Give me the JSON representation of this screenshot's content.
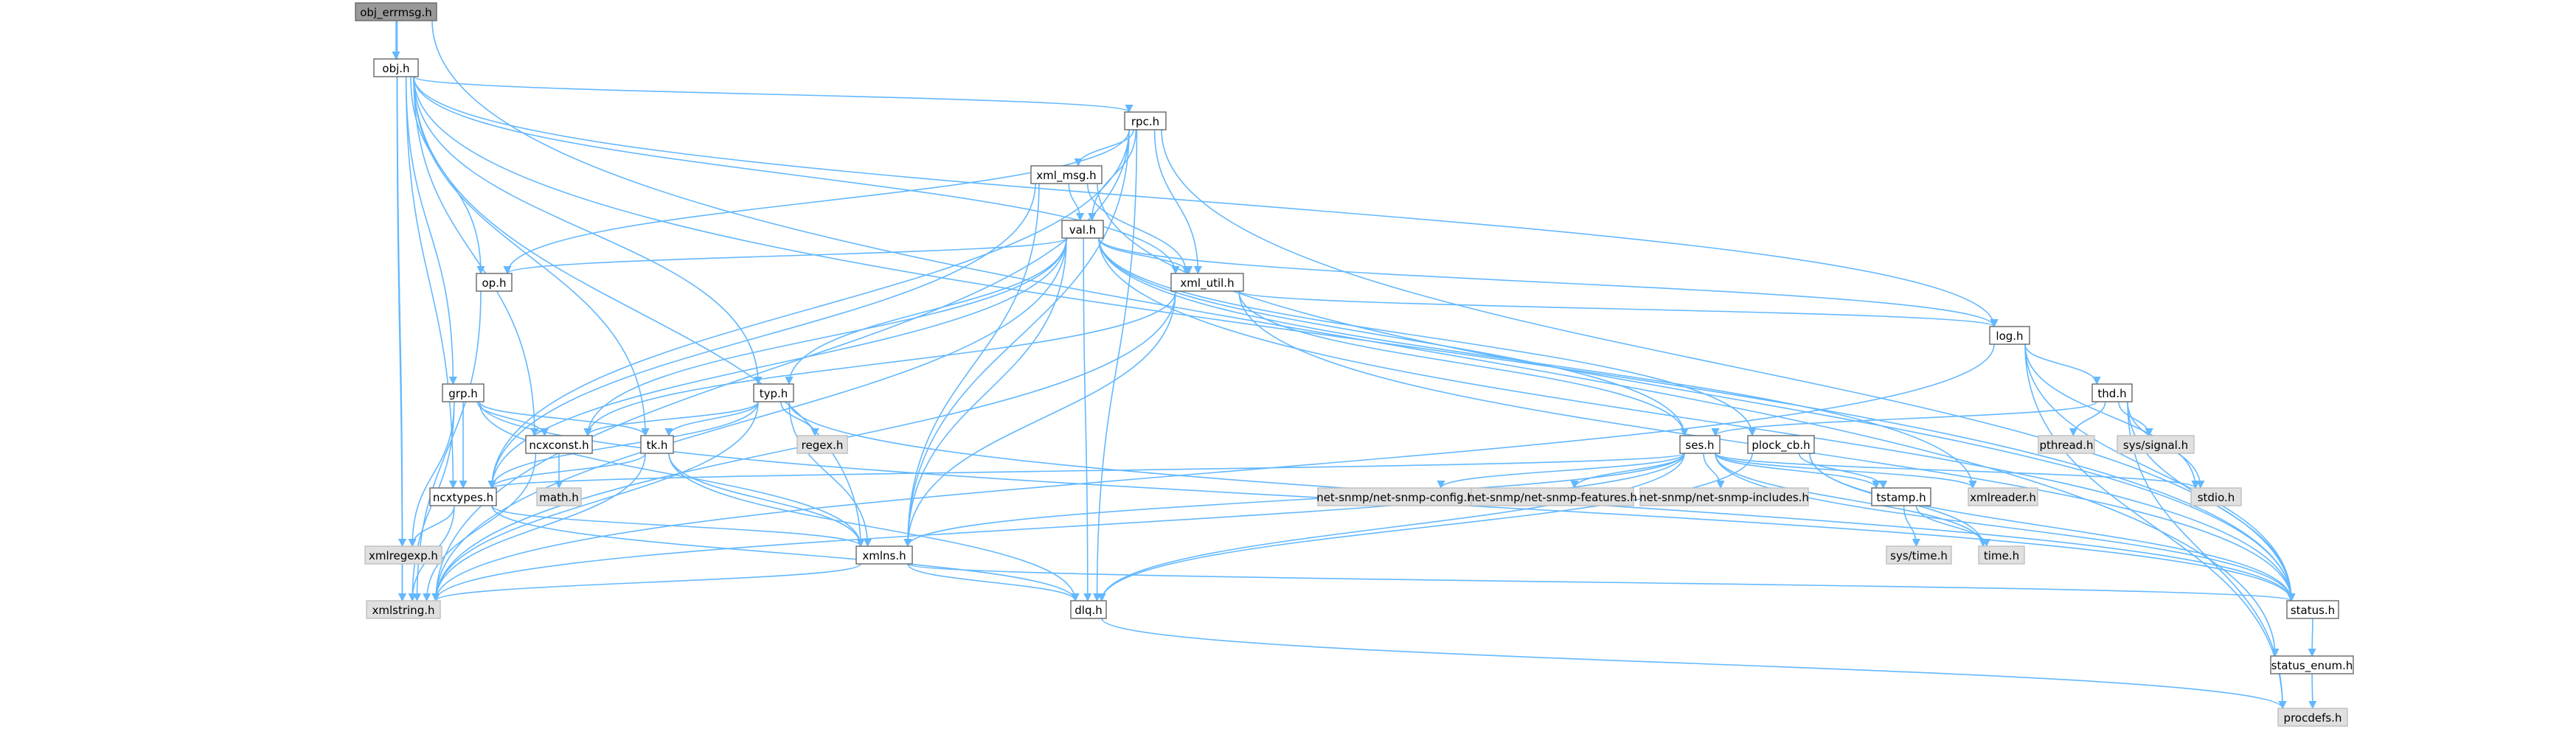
{
  "colors": {
    "edge": "#63b8ff",
    "node_border_internal": "#666666",
    "node_fill_internal": "#ffffff",
    "node_border_external": "#bfbfbf",
    "node_fill_external": "#e0e0e0",
    "node_fill_root": "#999999",
    "text": "#000000"
  },
  "nodes": [
    {
      "id": "obj_errmsg",
      "label": "obj_errmsg.h",
      "kind": "root"
    },
    {
      "id": "obj",
      "label": "obj.h",
      "kind": "internal"
    },
    {
      "id": "rpc",
      "label": "rpc.h",
      "kind": "internal"
    },
    {
      "id": "xml_msg",
      "label": "xml_msg.h",
      "kind": "internal"
    },
    {
      "id": "val",
      "label": "val.h",
      "kind": "internal"
    },
    {
      "id": "op",
      "label": "op.h",
      "kind": "internal"
    },
    {
      "id": "xml_util",
      "label": "xml_util.h",
      "kind": "internal"
    },
    {
      "id": "log",
      "label": "log.h",
      "kind": "internal"
    },
    {
      "id": "grp",
      "label": "grp.h",
      "kind": "internal"
    },
    {
      "id": "typ",
      "label": "typ.h",
      "kind": "internal"
    },
    {
      "id": "thd",
      "label": "thd.h",
      "kind": "internal"
    },
    {
      "id": "ncxconst",
      "label": "ncxconst.h",
      "kind": "internal"
    },
    {
      "id": "tk",
      "label": "tk.h",
      "kind": "internal"
    },
    {
      "id": "regex",
      "label": "regex.h",
      "kind": "external"
    },
    {
      "id": "ses",
      "label": "ses.h",
      "kind": "internal"
    },
    {
      "id": "plock_cb",
      "label": "plock_cb.h",
      "kind": "internal"
    },
    {
      "id": "pthread",
      "label": "pthread.h",
      "kind": "external"
    },
    {
      "id": "sys_signal",
      "label": "sys/signal.h",
      "kind": "external"
    },
    {
      "id": "ncxtypes",
      "label": "ncxtypes.h",
      "kind": "internal"
    },
    {
      "id": "math",
      "label": "math.h",
      "kind": "external"
    },
    {
      "id": "nsconfig",
      "label": "net-snmp/net-snmp-config.h",
      "kind": "external"
    },
    {
      "id": "nsfeatures",
      "label": "net-snmp/net-snmp-features.h",
      "kind": "external"
    },
    {
      "id": "nsincludes",
      "label": "net-snmp/net-snmp-includes.h",
      "kind": "external"
    },
    {
      "id": "tstamp",
      "label": "tstamp.h",
      "kind": "internal"
    },
    {
      "id": "xmlreader",
      "label": "xmlreader.h",
      "kind": "external"
    },
    {
      "id": "stdio",
      "label": "stdio.h",
      "kind": "external"
    },
    {
      "id": "xmlregexp",
      "label": "xmlregexp.h",
      "kind": "external"
    },
    {
      "id": "xmlns",
      "label": "xmlns.h",
      "kind": "internal"
    },
    {
      "id": "sys_time",
      "label": "sys/time.h",
      "kind": "external"
    },
    {
      "id": "time",
      "label": "time.h",
      "kind": "external"
    },
    {
      "id": "xmlstring",
      "label": "xmlstring.h",
      "kind": "external"
    },
    {
      "id": "dlq",
      "label": "dlq.h",
      "kind": "internal"
    },
    {
      "id": "status",
      "label": "status.h",
      "kind": "internal"
    },
    {
      "id": "status_enum",
      "label": "status_enum.h",
      "kind": "internal"
    },
    {
      "id": "procdefs",
      "label": "procdefs.h",
      "kind": "external"
    }
  ],
  "edges": [
    [
      "obj_errmsg",
      "obj"
    ],
    [
      "obj_errmsg",
      "status_enum"
    ],
    [
      "obj_errmsg",
      "xmlstring"
    ],
    [
      "obj",
      "rpc"
    ],
    [
      "obj",
      "op"
    ],
    [
      "obj",
      "xml_util"
    ],
    [
      "obj",
      "log"
    ],
    [
      "obj",
      "grp"
    ],
    [
      "obj",
      "typ"
    ],
    [
      "obj",
      "ncxconst"
    ],
    [
      "obj",
      "tk"
    ],
    [
      "obj",
      "ncxtypes"
    ],
    [
      "obj",
      "xmlregexp"
    ],
    [
      "obj",
      "xmlns"
    ],
    [
      "obj",
      "xmlstring"
    ],
    [
      "obj",
      "status"
    ],
    [
      "rpc",
      "xml_msg"
    ],
    [
      "rpc",
      "val"
    ],
    [
      "rpc",
      "op"
    ],
    [
      "rpc",
      "xml_util"
    ],
    [
      "rpc",
      "ncxtypes"
    ],
    [
      "rpc",
      "xmlns"
    ],
    [
      "rpc",
      "xmlstring"
    ],
    [
      "rpc",
      "dlq"
    ],
    [
      "rpc",
      "status"
    ],
    [
      "xml_msg",
      "val"
    ],
    [
      "xml_msg",
      "xml_util"
    ],
    [
      "xml_msg",
      "ncxtypes"
    ],
    [
      "xml_msg",
      "xmlns"
    ],
    [
      "xml_msg",
      "status"
    ],
    [
      "val",
      "op"
    ],
    [
      "val",
      "xml_util"
    ],
    [
      "val",
      "log"
    ],
    [
      "val",
      "typ"
    ],
    [
      "val",
      "ncxconst"
    ],
    [
      "val",
      "ses"
    ],
    [
      "val",
      "plock_cb"
    ],
    [
      "val",
      "ncxtypes"
    ],
    [
      "val",
      "xmlns"
    ],
    [
      "val",
      "xmlstring"
    ],
    [
      "val",
      "dlq"
    ],
    [
      "val",
      "status"
    ],
    [
      "val",
      "xmlreader"
    ],
    [
      "op",
      "xmlstring"
    ],
    [
      "xml_util",
      "log"
    ],
    [
      "xml_util",
      "ses"
    ],
    [
      "xml_util",
      "ncxconst"
    ],
    [
      "xml_util",
      "xmlns"
    ],
    [
      "xml_util",
      "xmlstring"
    ],
    [
      "xml_util",
      "status"
    ],
    [
      "log",
      "thd"
    ],
    [
      "log",
      "stdio"
    ],
    [
      "log",
      "status"
    ],
    [
      "log",
      "xmlstring"
    ],
    [
      "log",
      "procdefs"
    ],
    [
      "grp",
      "ncxconst"
    ],
    [
      "grp",
      "tk"
    ],
    [
      "grp",
      "ncxtypes"
    ],
    [
      "grp",
      "xmlregexp"
    ],
    [
      "grp",
      "xmlns"
    ],
    [
      "grp",
      "xmlstring"
    ],
    [
      "grp",
      "status"
    ],
    [
      "typ",
      "ncxconst"
    ],
    [
      "typ",
      "tk"
    ],
    [
      "typ",
      "regex"
    ],
    [
      "typ",
      "ncxtypes"
    ],
    [
      "typ",
      "xmlns"
    ],
    [
      "typ",
      "xmlstring"
    ],
    [
      "typ",
      "status"
    ],
    [
      "thd",
      "ses"
    ],
    [
      "thd",
      "pthread"
    ],
    [
      "thd",
      "sys_signal"
    ],
    [
      "thd",
      "stdio"
    ],
    [
      "thd",
      "status"
    ],
    [
      "thd",
      "procdefs"
    ],
    [
      "ncxconst",
      "math"
    ],
    [
      "ncxconst",
      "xmlstring"
    ],
    [
      "tk",
      "ncxtypes"
    ],
    [
      "tk",
      "xmlns"
    ],
    [
      "tk",
      "xmlstring"
    ],
    [
      "tk",
      "dlq"
    ],
    [
      "ses",
      "ncxtypes"
    ],
    [
      "ses",
      "nsconfig"
    ],
    [
      "ses",
      "nsfeatures"
    ],
    [
      "ses",
      "nsincludes"
    ],
    [
      "ses",
      "tstamp"
    ],
    [
      "ses",
      "xmlreader"
    ],
    [
      "ses",
      "stdio"
    ],
    [
      "ses",
      "time"
    ],
    [
      "ses",
      "xmlns"
    ],
    [
      "ses",
      "xmlstring"
    ],
    [
      "ses",
      "dlq"
    ],
    [
      "ses",
      "status"
    ],
    [
      "plock_cb",
      "tstamp"
    ],
    [
      "plock_cb",
      "dlq"
    ],
    [
      "plock_cb",
      "status"
    ],
    [
      "plock_cb",
      "time"
    ],
    [
      "ncxtypes",
      "xmlregexp"
    ],
    [
      "ncxtypes",
      "xmlns"
    ],
    [
      "ncxtypes",
      "xmlstring"
    ],
    [
      "ncxtypes",
      "dlq"
    ],
    [
      "tstamp",
      "sys_time"
    ],
    [
      "tstamp",
      "time"
    ],
    [
      "xmlns",
      "xmlstring"
    ],
    [
      "xmlns",
      "dlq"
    ],
    [
      "xmlns",
      "status"
    ],
    [
      "dlq",
      "procdefs"
    ],
    [
      "status",
      "status_enum"
    ],
    [
      "status_enum",
      "procdefs"
    ]
  ]
}
